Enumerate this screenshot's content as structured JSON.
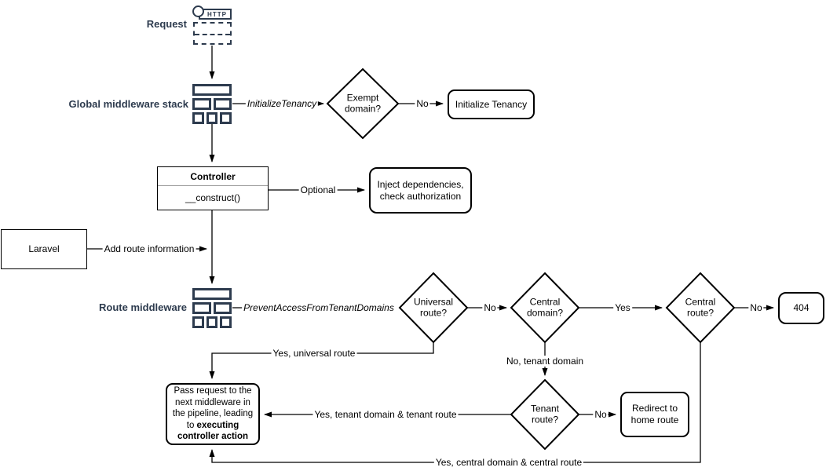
{
  "colors": {
    "navy": "#2d3b4e",
    "ink": "#000000"
  },
  "side_labels": {
    "request": "Request",
    "global_middleware_stack": "Global middleware stack",
    "route_middleware": "Route middleware"
  },
  "icons": {
    "http_request_badge": "HTTP"
  },
  "nodes": {
    "exempt_domain": {
      "line1": "Exempt",
      "line2": "domain?"
    },
    "initialize_tenancy": {
      "label": "Initialize Tenancy"
    },
    "controller": {
      "title": "Controller",
      "method": "__construct()"
    },
    "inject_dependencies": {
      "line1": "Inject dependencies,",
      "line2": "check authorization"
    },
    "laravel": {
      "label": "Laravel"
    },
    "universal_route": {
      "line1": "Universal",
      "line2": "route?"
    },
    "central_domain": {
      "line1": "Central",
      "line2": "domain?"
    },
    "central_route": {
      "line1": "Central",
      "line2": "route?"
    },
    "not_found": {
      "label": "404"
    },
    "tenant_route": {
      "line1": "Tenant",
      "line2": "route?"
    },
    "redirect_home": {
      "label": "Redirect to home route"
    },
    "pass_request": {
      "text": "Pass request to the next middleware in the pipeline, leading to ",
      "bold": "executing controller action"
    }
  },
  "edge_labels": {
    "initialize_tenancy_mw": "InitializeTenancy",
    "exempt_no": "No",
    "optional": "Optional",
    "add_route_information": "Add route information",
    "prevent_access_mw": "PreventAccessFromTenantDomains",
    "universal_no": "No",
    "central_domain_yes": "Yes",
    "central_route_no": "No",
    "yes_universal_route": "Yes, universal route",
    "no_tenant_domain": "No, tenant domain",
    "tenant_route_no": "No",
    "yes_tenant_domain_route": "Yes, tenant domain & tenant route",
    "yes_central_domain_route": "Yes, central domain & central route"
  }
}
